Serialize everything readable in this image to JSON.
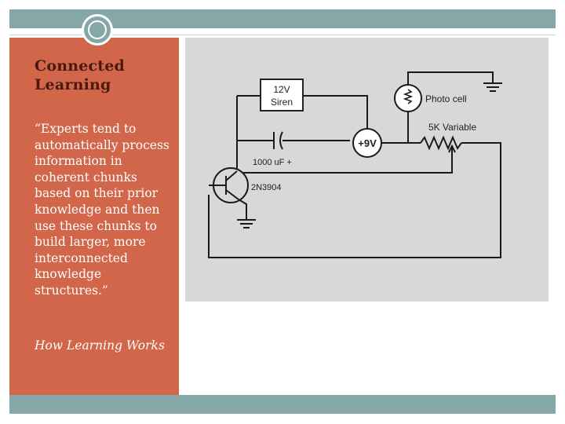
{
  "slide": {
    "title": "Connected Learning",
    "quote": "“Experts tend to automatically process information in coherent chunks based  on their prior knowledge and then use these chunks to build larger, more interconnected knowledge structures.”",
    "source": "How Learning Works"
  },
  "circuit": {
    "siren_line1": "12V",
    "siren_line2": "Siren",
    "photocell": "Photo cell",
    "variable": "5K Variable",
    "battery": "+9V",
    "capacitor": "1000 uF +",
    "transistor": "2N3904"
  },
  "colors": {
    "accent_bar": "#86a7a8",
    "panel": "#d1664a"
  }
}
